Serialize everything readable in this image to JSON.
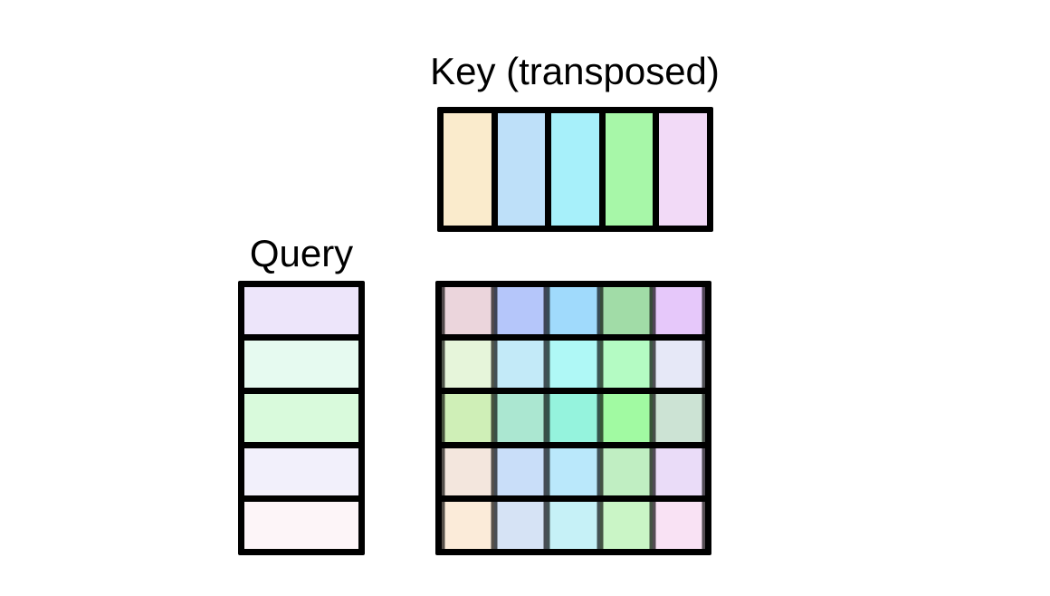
{
  "figure": {
    "background": "#ffffff",
    "border_color": "#000000",
    "text_color": "#000000",
    "key": {
      "title": "Key (transposed)",
      "orientation": "row",
      "cells": [
        "#FAEBCC",
        "#BEE0F9",
        "#A7F0FA",
        "#A7F7A8",
        "#F2DAF7"
      ]
    },
    "query": {
      "title": "Query",
      "orientation": "column",
      "cells": [
        "#EDE5FA",
        "#E6FAF0",
        "#D9FADC",
        "#F2F0FB",
        "#FDF5F8"
      ]
    },
    "scores": {
      "description": "5x5 attention score matrix; cell color = blend of query row color and key column color",
      "rows": [
        [
          "#EBD5DC",
          "#B5C6FA",
          "#A0DAFC",
          "#A1DCA7",
          "#E6C8FA"
        ],
        [
          "#E6F5DA",
          "#C3EAF8",
          "#AFF8F6",
          "#B4FBC3",
          "#E6E8F7"
        ],
        [
          "#CFEFB7",
          "#ABE7D1",
          "#95F3DD",
          "#A1FAA2",
          "#CCE3D4"
        ],
        [
          "#F3E6DD",
          "#C9DEF9",
          "#BAE8FB",
          "#C0EEC2",
          "#EADCF8"
        ],
        [
          "#FBEBD9",
          "#D6E3F5",
          "#C6F1F7",
          "#CAF5C6",
          "#F9E2F4"
        ]
      ]
    }
  }
}
